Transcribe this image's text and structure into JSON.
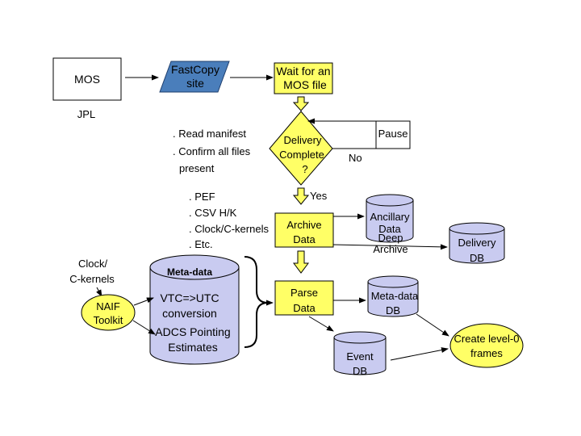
{
  "nodes": {
    "mos": "MOS",
    "jpl": "JPL",
    "fastcopy": [
      "FastCopy",
      "site"
    ],
    "wait": [
      "Wait for an",
      "MOS file"
    ],
    "delivery_complete": [
      "Delivery",
      "Complete",
      "?"
    ],
    "pause": "Pause",
    "no": "No",
    "yes": "Yes",
    "archive": [
      "Archive",
      "Data"
    ],
    "ancillary": [
      "Ancillary",
      "Data"
    ],
    "deep_archive": [
      "Deep",
      "Archive"
    ],
    "delivery_db": [
      "Delivery",
      "DB"
    ],
    "parse": [
      "Parse",
      "Data"
    ],
    "metadata_db": [
      "Meta-data",
      "DB"
    ],
    "event_db": [
      "Event",
      "DB"
    ],
    "level0": [
      "Create level-0",
      "frames"
    ],
    "clock_kernels": [
      "Clock/",
      "C-kernels"
    ],
    "naif": [
      "NAIF",
      "Toolkit"
    ],
    "meta_cyl": {
      "title": "Meta-data",
      "line1": "VTC=>UTC",
      "line2": "conversion",
      "line3": "ADCS Pointing",
      "line4": "Estimates"
    }
  },
  "notes": {
    "manifest": [
      ". Read manifest",
      ". Confirm all files",
      "present"
    ],
    "files": [
      ". PEF",
      ". CSV H/K",
      ". Clock/C-kernels",
      ". Etc."
    ]
  },
  "colors": {
    "yellow": "#ffff66",
    "blue": "#4a7ebb",
    "lavender": "#c9cbf0",
    "stroke": "#000000"
  }
}
